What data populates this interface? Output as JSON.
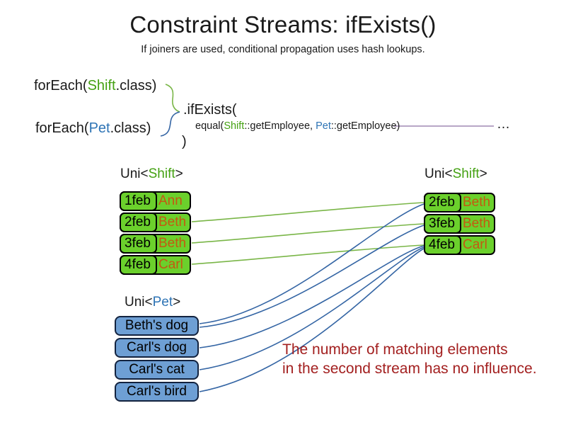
{
  "title": "Constraint Streams: ifExists()",
  "subtitle": "If joiners are used, conditional propagation uses hash lookups.",
  "code": {
    "foreach_shift": {
      "pre": "forEach(",
      "cls": "Shift",
      "post": ".class)"
    },
    "foreach_pet": {
      "pre": "forEach(",
      "cls": "Pet",
      "post": ".class)"
    },
    "ifexists_open": ".ifExists(",
    "equal": {
      "pre": "equal(",
      "shift": "Shift",
      "mid": "::getEmployee, ",
      "pet": "Pet",
      "post": "::getEmployee)"
    },
    "ellipsis": "…",
    "close_paren": ")"
  },
  "left_table": {
    "label": {
      "pre": "Uni<",
      "cls": "Shift",
      "post": ">"
    },
    "rows": [
      {
        "date": "1feb",
        "name": "Ann"
      },
      {
        "date": "2feb",
        "name": "Beth"
      },
      {
        "date": "3feb",
        "name": "Beth"
      },
      {
        "date": "4feb",
        "name": "Carl"
      }
    ]
  },
  "right_table": {
    "label": {
      "pre": "Uni<",
      "cls": "Shift",
      "post": ">"
    },
    "rows": [
      {
        "date": "2feb",
        "name": "Beth"
      },
      {
        "date": "3feb",
        "name": "Beth"
      },
      {
        "date": "4feb",
        "name": "Carl"
      }
    ]
  },
  "pets": {
    "label": {
      "pre": "Uni<",
      "cls": "Pet",
      "post": ">"
    },
    "items": [
      "Beth's dog",
      "Carl's dog",
      "Carl's cat",
      "Carl's bird"
    ]
  },
  "note": {
    "line1": "The number of matching elements",
    "line2": "in the second stream has no influence."
  },
  "connections": {
    "shift_to_shift": [
      {
        "from": "left 2feb Beth",
        "to": "right 2feb Beth"
      },
      {
        "from": "left 3feb Beth",
        "to": "right 3feb Beth"
      },
      {
        "from": "left 4feb Carl",
        "to": "right 4feb Carl"
      }
    ],
    "pet_to_shift": [
      {
        "from": "Beth's dog",
        "to": "right 2feb Beth"
      },
      {
        "from": "Beth's dog",
        "to": "right 3feb Beth"
      },
      {
        "from": "Carl's dog",
        "to": "right 4feb Carl"
      },
      {
        "from": "Carl's cat",
        "to": "right 4feb Carl"
      },
      {
        "from": "Carl's bird",
        "to": "right 4feb Carl"
      }
    ]
  },
  "colors": {
    "shift_box_green": "#6bd02c",
    "shift_name_orange": "#c45911",
    "shift_token_green": "#44a112",
    "pet_token_blue": "#2e74b5",
    "pet_box_blue": "#6e9fd4",
    "green_line": "#7ab648",
    "blue_line": "#3465a4",
    "purple_line": "#8d72a3",
    "note_red": "#a32020"
  }
}
